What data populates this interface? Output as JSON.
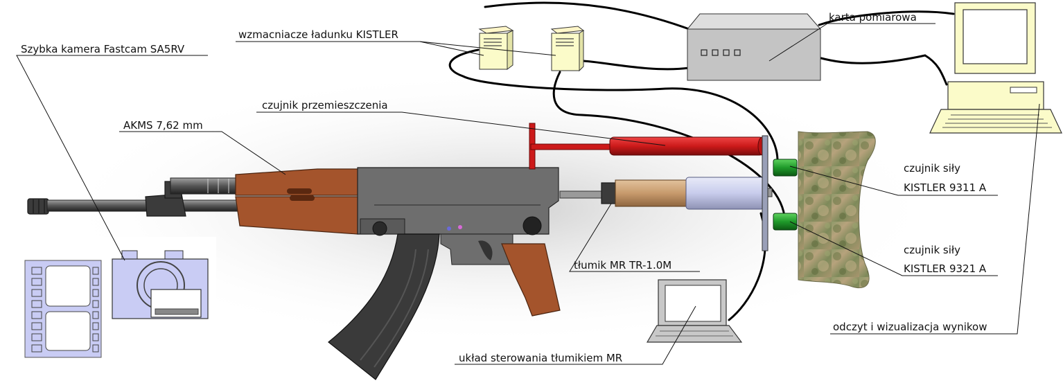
{
  "labels": {
    "camera": "Szybka kamera Fastcam SA5RV",
    "amplifiers": "wzmacniacze ładunku KISTLER",
    "daq_card": "karta pomiarowa",
    "displacement_sensor": "czujnik przemieszczenia",
    "rifle": "AKMS 7,62 mm",
    "force_sensor_1_line1": "czujnik siły",
    "force_sensor_1_line2": "KISTLER 9311 A",
    "force_sensor_2_line1": "czujnik siły",
    "force_sensor_2_line2": "KISTLER 9321 A",
    "damper": "tłumik MR TR-1.0M",
    "damper_control": "układ sterowania tłumikiem MR",
    "results": "odczyt i wizualizacja wynikow"
  },
  "colors": {
    "wood": "#a4542c",
    "receiver": "#6e6e6e",
    "sensor_red": "#cc1a1a",
    "sensor_green": "#1f9a2a",
    "damper_cylinder": "#c8ccec",
    "camera_fill": "#c9ccf4",
    "computer_fill": "#fbfbc9",
    "daq_box": "#c4c4c4"
  }
}
